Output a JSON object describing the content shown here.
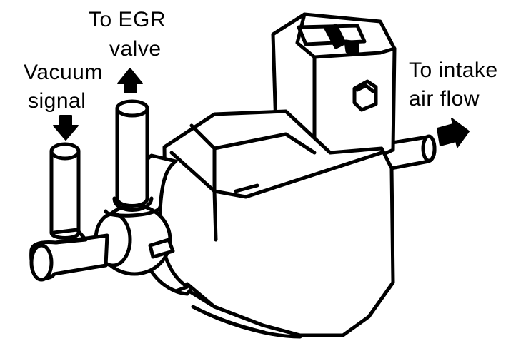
{
  "labels": {
    "egr_line1": "To EGR",
    "egr_line2": "valve",
    "vacuum_line1": "Vacuum",
    "vacuum_line2": "signal",
    "intake_line1": "To intake",
    "intake_line2": "air flow"
  },
  "colors": {
    "ink": "#000000",
    "paper": "#ffffff"
  }
}
